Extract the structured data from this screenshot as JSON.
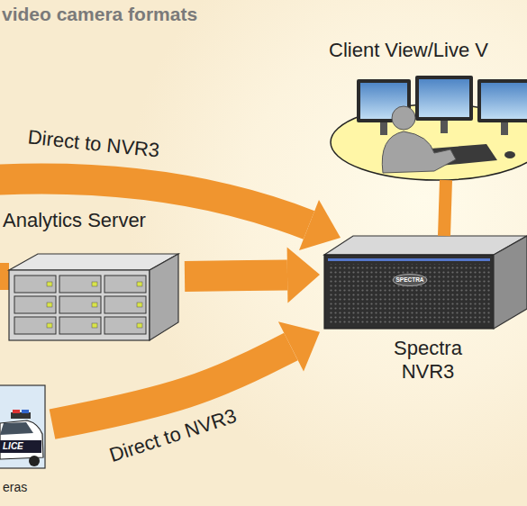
{
  "diagram": {
    "title": "video camera formats",
    "nodes": [
      {
        "text": [
          "Client View/Live V"
        ]
      },
      {
        "text": [
          "Analytics Server"
        ]
      },
      {
        "text": [
          "Spectra NVR3"
        ]
      },
      {
        "text": [
          "LICE",
          "eras"
        ]
      }
    ],
    "edges": [
      {
        "from": 1,
        "to": 2,
        "arrow": "to"
      },
      {
        "from": 3,
        "to": 2,
        "label": "Direct to NVR3",
        "arrow": "to"
      },
      {
        "from": 2,
        "to": 0,
        "arrow": "none"
      }
    ],
    "labels": [
      "Direct to NVR3",
      "SPECTRA"
    ]
  }
}
